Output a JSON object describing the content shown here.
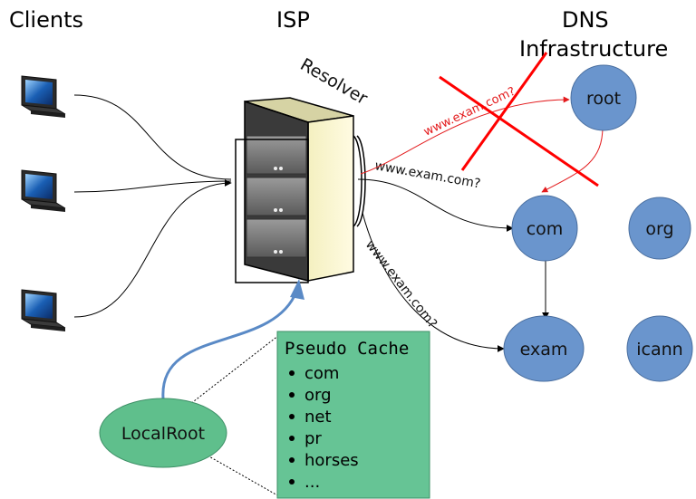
{
  "headers": {
    "clients": "Clients",
    "isp": "ISP",
    "dns_line1": "DNS",
    "dns_line2": "Infrastructure"
  },
  "resolver": {
    "label": "Resolver"
  },
  "nodes": {
    "root": "root",
    "com": "com",
    "org": "org",
    "exam": "exam",
    "icann": "icann",
    "localroot": "LocalRoot"
  },
  "queries": {
    "to_root": "www.exam.com?",
    "to_com": "www.exam.com?",
    "to_exam": "www.exam.com?"
  },
  "cache": {
    "title": "Pseudo Cache",
    "items": [
      "com",
      "org",
      "net",
      "pr",
      "horses",
      "..."
    ]
  },
  "colors": {
    "dns_node": "#6a95cd",
    "localroot": "#5fbf8c",
    "cache_box": "#66c495",
    "cross": "#ff0000",
    "arrow_blue": "#5a8ac6"
  }
}
